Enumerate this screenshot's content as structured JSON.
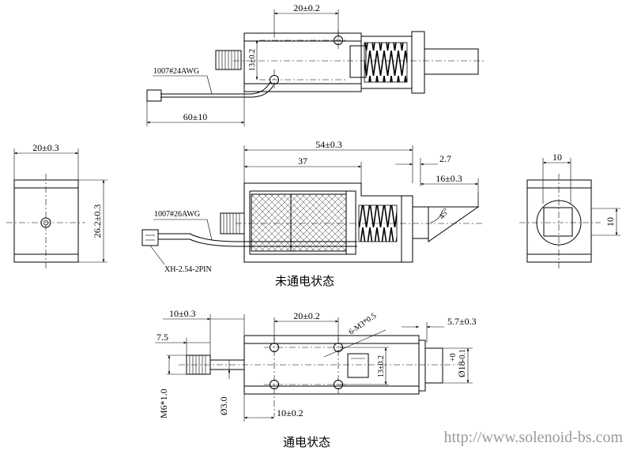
{
  "top_view": {
    "dim_pitch": "20±0.2",
    "dim_vertical": "13±0.2",
    "wire": "1007#24AWG",
    "dim_lead": "60±10"
  },
  "left_view": {
    "dim_width": "20±0.3",
    "dim_height": "26.2±0.3"
  },
  "main_view": {
    "dim_total": "54±0.3",
    "dim_body": "37",
    "dim_gap": "2.7",
    "dim_plunger": "16±0.3",
    "angle": "45°",
    "wire": "1007#26AWG",
    "connector": "XH-2.54-2PIN",
    "caption": "未通电状态"
  },
  "right_view": {
    "dim_width": "10",
    "dim_height": "10"
  },
  "bottom_view": {
    "dim_thread_len": "10±0.3",
    "dim_stub": "7.5",
    "dim_pitch": "20±0.2",
    "holes": "6-M3*0.5",
    "dim_plunger": "5.7±0.3",
    "dim_diam_18": "Ø18",
    "tol_upper": "+0",
    "tol_lower": "-0.1",
    "dim_vertical": "13±0.2",
    "thread": "M6*1.0",
    "dim_diam_3": "Ø3.0",
    "dim_hole_x": "10±0.2",
    "caption": "通电状态"
  },
  "watermark": "http://www.solenoid-bs.com"
}
